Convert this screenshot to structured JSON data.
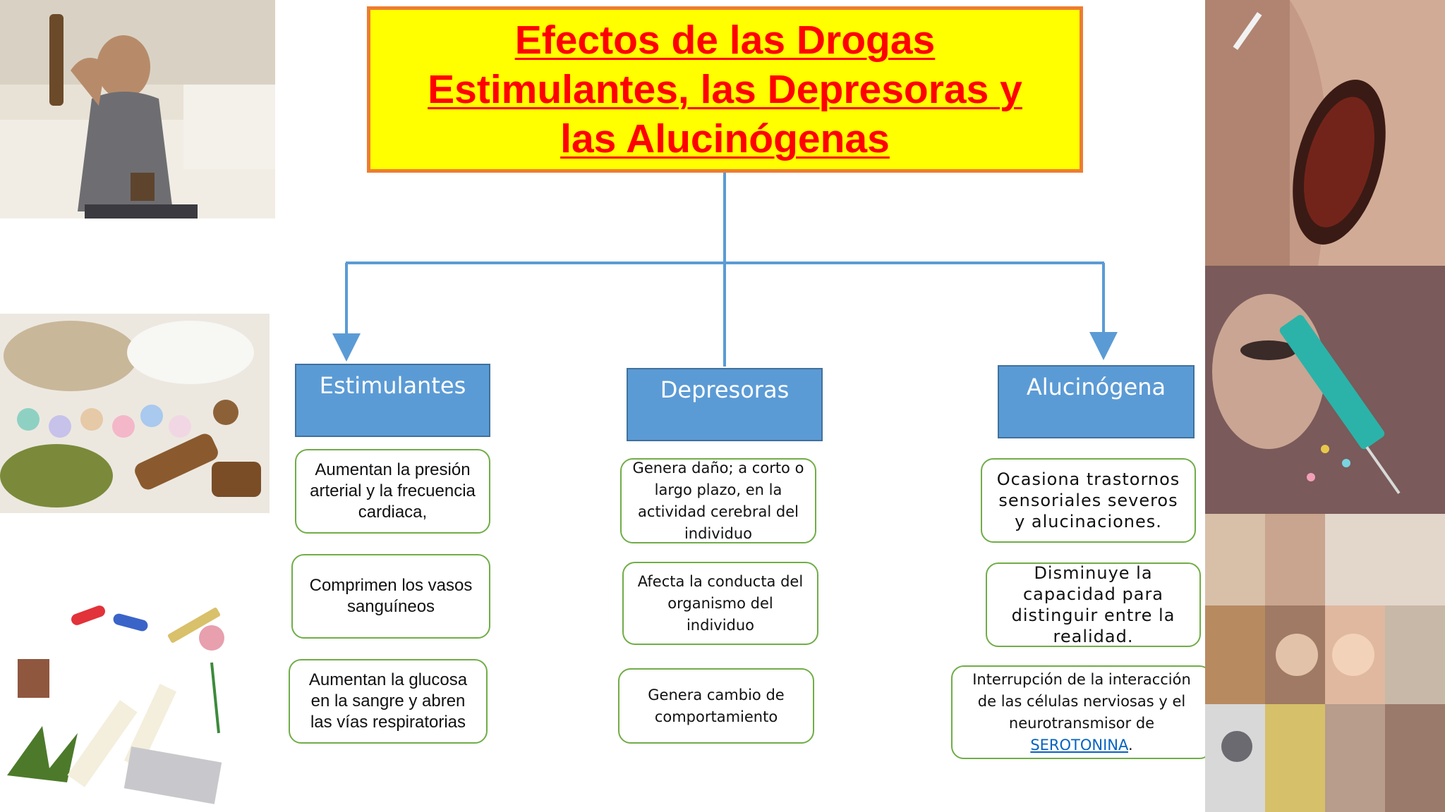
{
  "title": {
    "line1": "Efectos de las Drogas",
    "line2": "Estimulantes, las Depresoras y",
    "line3": "las Alucinógenas"
  },
  "categories": {
    "estimulantes": {
      "label": "Estimulantes",
      "effects": [
        "Aumentan la presión arterial y la frecuencia cardiaca,",
        "Comprimen los vasos sanguíneos",
        "Aumentan la glucosa en la sangre y abren las vías respiratorias"
      ]
    },
    "depresoras": {
      "label": "Depresoras",
      "effects": [
        "Genera daño; a corto o largo plazo, en la actividad cerebral del individuo",
        "Afecta la conducta del organismo del individuo",
        "Genera cambio de comportamiento"
      ]
    },
    "alucinogena": {
      "label": "Alucinógena",
      "effects": [
        "Ocasiona trastornos sensoriales severos y alucinaciones.",
        "Disminuye la capacidad para distinguir entre la realidad."
      ],
      "effect3_prefix": "Interrupción de la interacción de las células nerviosas y el neurotransmisor de",
      "effect3_link": "SEROTONINA",
      "effect3_suffix": "."
    }
  },
  "colors": {
    "title_bg": "#ffff00",
    "title_border": "#ed7d31",
    "title_text": "#ff0000",
    "category_bg": "#5b9bd5",
    "connector": "#5b9bd5",
    "effect_border": "#70ad47"
  }
}
